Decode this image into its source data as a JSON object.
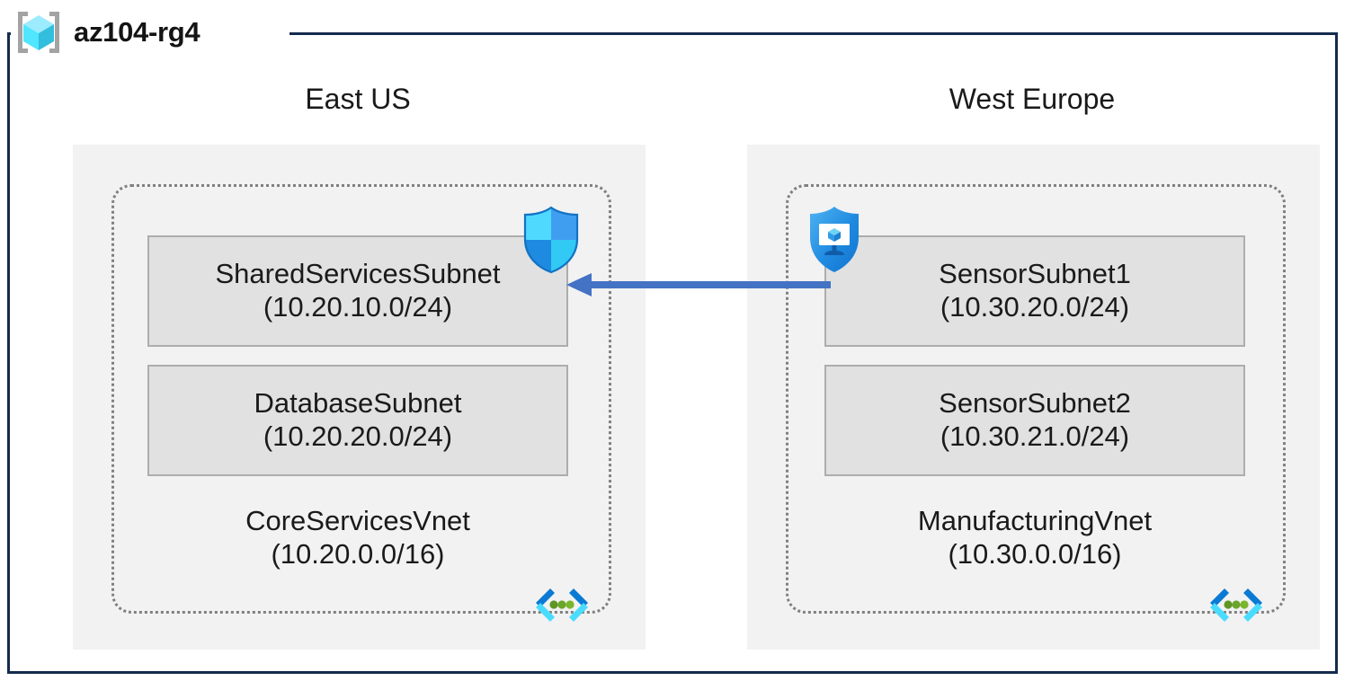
{
  "resource_group": {
    "name": "az104-rg4",
    "icon": "resource-group-cube-icon"
  },
  "regions": [
    {
      "key": "east-us",
      "label": "East US",
      "vnet": {
        "name": "CoreServicesVnet",
        "cidr": "(10.20.0.0/16)",
        "icon": "virtual-network-icon",
        "subnets": [
          {
            "key": "shared-services-subnet",
            "name": "SharedServicesSubnet",
            "cidr": "(10.20.10.0/24)",
            "icon": "network-security-group-shield-icon"
          },
          {
            "key": "database-subnet",
            "name": "DatabaseSubnet",
            "cidr": "(10.20.20.0/24)",
            "icon": null
          }
        ]
      }
    },
    {
      "key": "west-europe",
      "label": "West Europe",
      "vnet": {
        "name": "ManufacturingVnet",
        "cidr": "(10.30.0.0/16)",
        "icon": "virtual-network-icon",
        "subnets": [
          {
            "key": "sensor-subnet-1",
            "name": "SensorSubnet1",
            "cidr": "(10.30.20.0/24)",
            "icon": "vm-protection-shield-icon"
          },
          {
            "key": "sensor-subnet-2",
            "name": "SensorSubnet2",
            "cidr": "(10.30.21.0/24)",
            "icon": null
          }
        ]
      }
    }
  ],
  "connection": {
    "name": "vnet-peering-arrow",
    "direction": "west-europe-to-east-us",
    "color": "#4472c4"
  },
  "colors": {
    "frame_border": "#152b4e",
    "region_fill": "#f2f2f2",
    "vnet_border": "#808080",
    "subnet_fill": "#e1e1e1",
    "subnet_border": "#adadad",
    "arrow": "#4472c4",
    "cube_cyan": "#50e6ff",
    "bracket_gray": "#a3a3a3",
    "shield_blue": "#2ca0f0",
    "vnet_icon_blue": "#0078d4",
    "vnet_icon_cyan": "#50e6ff",
    "vnet_icon_green": "#5e9624",
    "text": "#1a1a1a"
  }
}
